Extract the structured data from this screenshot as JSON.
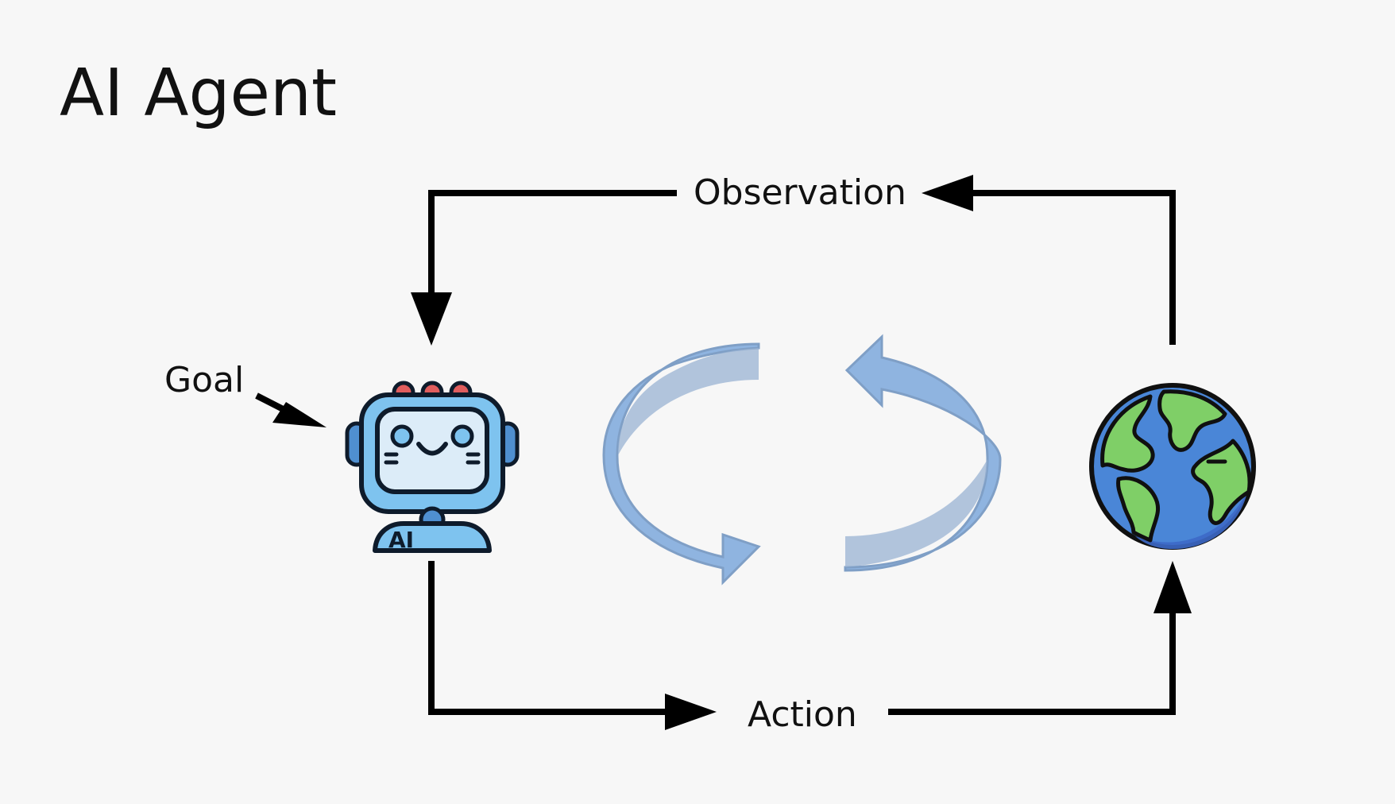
{
  "title": "AI Agent",
  "labels": {
    "observation": "Observation",
    "action": "Action",
    "goal": "Goal"
  },
  "icons": {
    "agent": {
      "name": "robot-icon",
      "badge_text": "AI"
    },
    "environment": {
      "name": "earth-globe-icon"
    },
    "cycle": {
      "name": "cycle-arrows-icon"
    }
  },
  "colors": {
    "background": "#f7f7f7",
    "line": "#000000",
    "cycle_fill": "#8fb4e0",
    "cycle_shadow": "#7f9fc6",
    "robot_face": "#7ec3ef",
    "robot_screen": "#dcecf8",
    "robot_outline": "#0e1b2b",
    "robot_antenna": "#e05d5d",
    "earth_ocean": "#4a86d7",
    "earth_land": "#7fcf67"
  }
}
